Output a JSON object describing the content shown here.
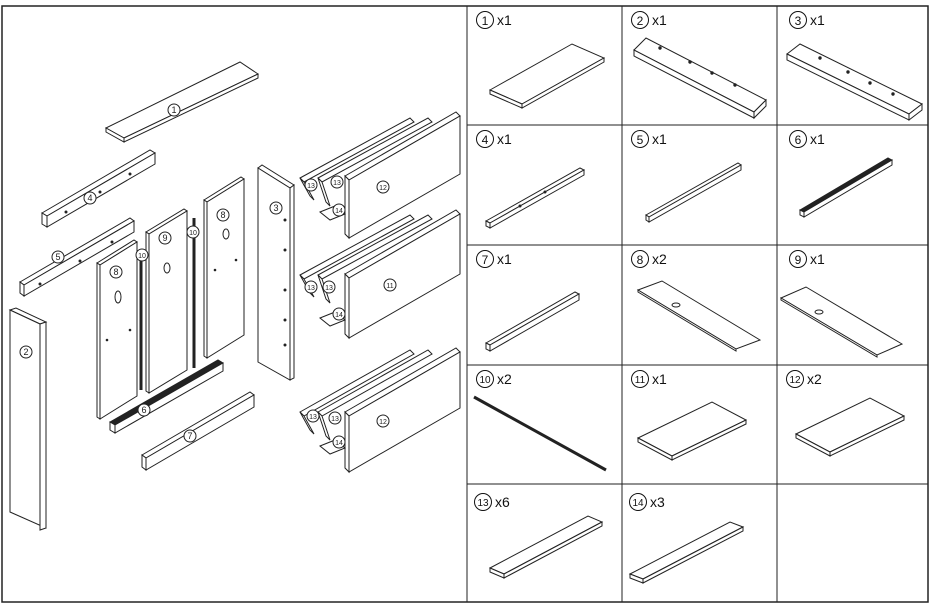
{
  "exploded_view": {
    "callouts": {
      "c1": "1",
      "c2": "2",
      "c3": "3",
      "c4": "4",
      "c5": "5",
      "c6": "6",
      "c7": "7",
      "c8a": "8",
      "c8b": "8",
      "c9": "9",
      "c10a": "10",
      "c10b": "10",
      "c11": "11",
      "c12a": "12",
      "c12b": "12",
      "c13a": "13",
      "c13b": "13",
      "c13c": "13",
      "c13d": "13",
      "c13e": "13",
      "c13f": "13",
      "c14a": "14",
      "c14b": "14",
      "c14c": "14"
    }
  },
  "parts_list": [
    {
      "num": "1",
      "qty": "x1"
    },
    {
      "num": "2",
      "qty": "x1"
    },
    {
      "num": "3",
      "qty": "x1"
    },
    {
      "num": "4",
      "qty": "x1"
    },
    {
      "num": "5",
      "qty": "x1"
    },
    {
      "num": "6",
      "qty": "x1"
    },
    {
      "num": "7",
      "qty": "x1"
    },
    {
      "num": "8",
      "qty": "x2"
    },
    {
      "num": "9",
      "qty": "x1"
    },
    {
      "num": "10",
      "qty": "x2"
    },
    {
      "num": "11",
      "qty": "x1"
    },
    {
      "num": "12",
      "qty": "x2"
    },
    {
      "num": "13",
      "qty": "x6"
    },
    {
      "num": "14",
      "qty": "x3"
    }
  ]
}
